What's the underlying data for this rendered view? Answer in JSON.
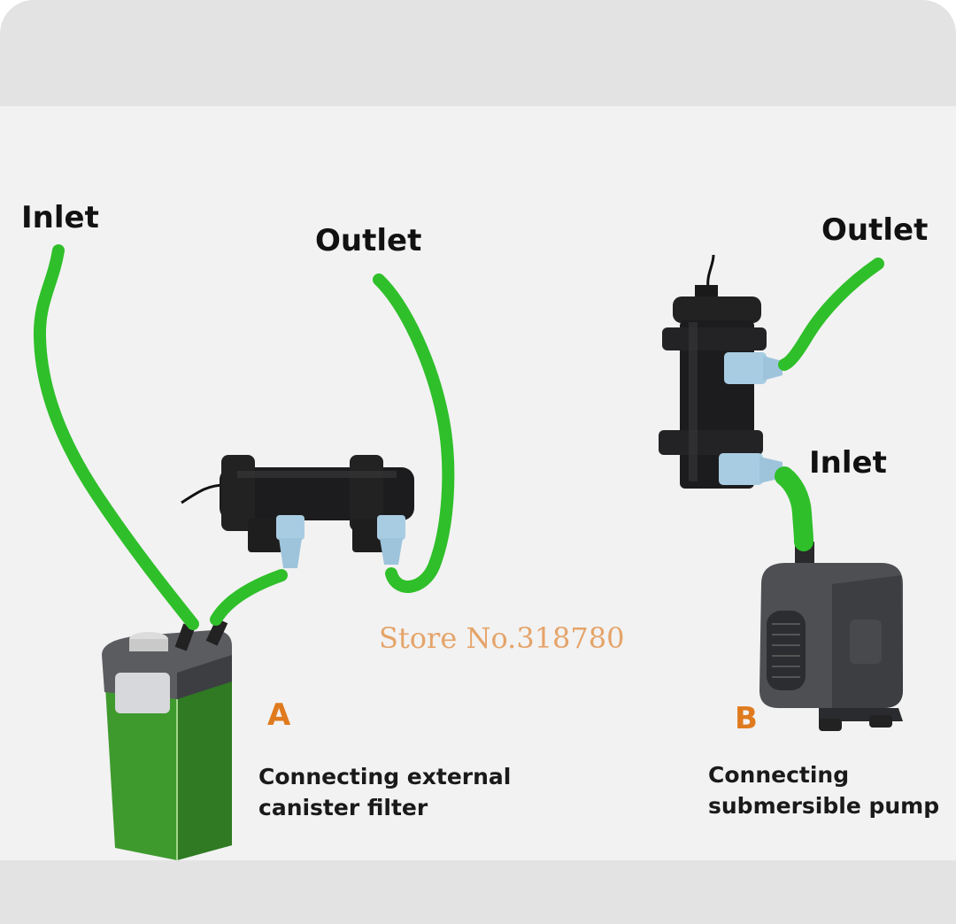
{
  "diagram_a": {
    "inlet_label": "Inlet",
    "outlet_label": "Outlet",
    "letter": "A",
    "caption_line1": "Connecting external",
    "caption_line2": "canister filter"
  },
  "diagram_b": {
    "outlet_label": "Outlet",
    "inlet_label": "Inlet",
    "letter": "B",
    "caption_line1": "Connecting",
    "caption_line2": "submersible pump"
  },
  "watermark": "Store No.318780",
  "colors": {
    "hose": "#2fbf2a",
    "letter": "#e07a1f",
    "watermark": "#e5a46a",
    "fitting": "#a8cde3",
    "device": "#1c1c1e",
    "filter_body": "#3f9a2d",
    "pump_body": "#4d4f52"
  }
}
